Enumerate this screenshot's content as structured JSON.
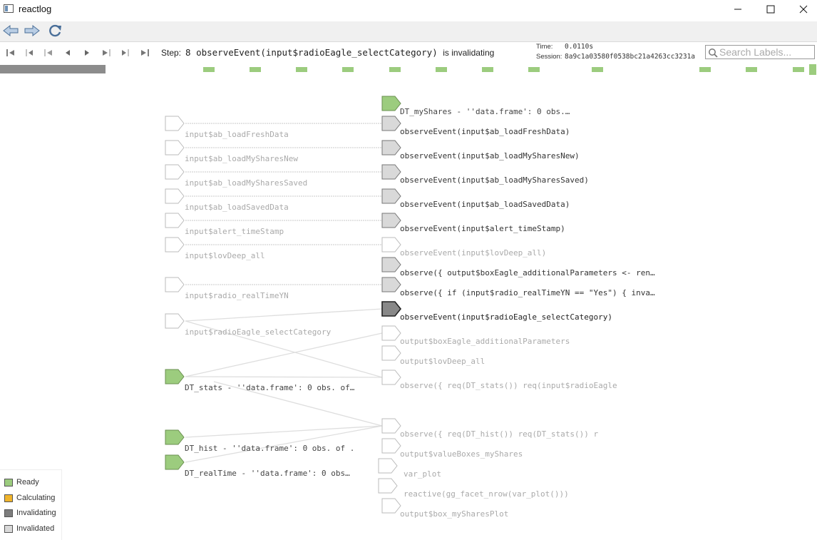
{
  "window": {
    "title": "reactlog",
    "minimize_glyph": "—",
    "maximize_glyph": "☐",
    "close_glyph": "✕"
  },
  "nav": {
    "back_icon": "back-arrow-icon",
    "forward_icon": "forward-arrow-icon",
    "refresh_icon": "refresh-icon"
  },
  "step": {
    "label": "Step:",
    "number": "8",
    "description": "observeEvent(input$radioEagle_selectCategory)",
    "suffix": "is invalidating"
  },
  "info": {
    "time_label": "Time:",
    "time_value": "0.0110s",
    "session_label": "Session:",
    "session_value": "8a9c1a03580f0538bc21a4263cc3231a"
  },
  "search": {
    "placeholder": "Search Labels..."
  },
  "colors": {
    "ready": "#9ccc7e",
    "calculating": "#f0b42b",
    "invalidating": "#7d7d7d",
    "invalidated": "#d9d9d9",
    "invalidating_node": "#888888"
  },
  "legend": {
    "ready": "Ready",
    "calculating": "Calculating",
    "invalidating": "Invalidating",
    "invalidated": "Invalidated"
  },
  "graph": {
    "left_nodes": [
      {
        "label": "input$ab_loadFreshData"
      },
      {
        "label": "input$ab_loadMySharesNew"
      },
      {
        "label": "input$ab_loadMySharesSaved"
      },
      {
        "label": "input$ab_loadSavedData"
      },
      {
        "label": "input$alert_timeStamp"
      },
      {
        "label": "input$lovDeep_all"
      },
      {
        "label": "input$radio_realTimeYN"
      },
      {
        "label": "input$radioEagle_selectCategory"
      },
      {
        "label": "DT_stats - ''data.frame': 0 obs. of…"
      },
      {
        "label": "DT_hist - ''data.frame': 0 obs. of  ."
      },
      {
        "label": "DT_realTime - ''data.frame': 0 obs…"
      }
    ],
    "right_nodes": [
      {
        "label": "DT_myShares - ''data.frame': 0 obs.…"
      },
      {
        "label": "observeEvent(input$ab_loadFreshData)"
      },
      {
        "label": "observeEvent(input$ab_loadMySharesNew)"
      },
      {
        "label": "observeEvent(input$ab_loadMySharesSaved)"
      },
      {
        "label": "observeEvent(input$ab_loadSavedData)"
      },
      {
        "label": "observeEvent(input$alert_timeStamp)"
      },
      {
        "label": "observeEvent(input$lovDeep_all)"
      },
      {
        "label": "observe({ output$boxEagle_additionalParameters <- ren…"
      },
      {
        "label": "observe({ if (input$radio_realTimeYN == \"Yes\") { inva…"
      },
      {
        "label": "observeEvent(input$radioEagle_selectCategory)"
      },
      {
        "label": "output$boxEagle_additionalParameters"
      },
      {
        "label": "output$lovDeep_all"
      },
      {
        "label": "observe({     req(DT_stats())     req(input$radioEagle"
      },
      {
        "label": "observe({     req(DT_hist())     req(DT_stats())     r"
      },
      {
        "label": "output$valueBoxes_myShares"
      },
      {
        "label": "var_plot"
      },
      {
        "label": "reactive(gg_facet_nrow(var_plot()))"
      },
      {
        "label": "output$box_mySharesPlot"
      }
    ]
  }
}
